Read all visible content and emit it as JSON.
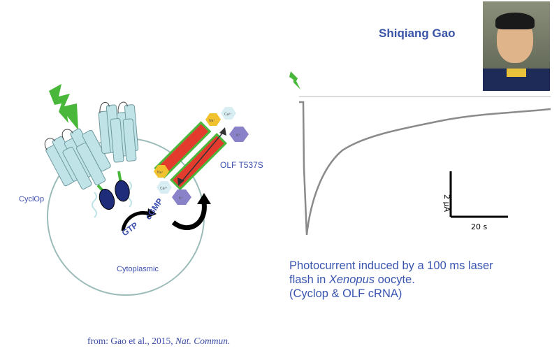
{
  "author": {
    "name": "Shiqiang Gao",
    "photo": "portrait-photo"
  },
  "diagram": {
    "labels": {
      "cyclop": "CyclOp",
      "olf": "OLF T537S",
      "gtp": "GTP",
      "cgmp": "cGMP",
      "cytoplasmic": "Cytoplasmic"
    },
    "ions": {
      "na": "Na⁺",
      "ca": "Ca²⁺",
      "k": "K⁺"
    },
    "colors": {
      "light": "#49b83a",
      "membrane": "#9bbcba",
      "helix": "#bfe3e6",
      "channel": "#e33b2e",
      "channel_border": "#49b83a",
      "na": "#f2c12e",
      "ca": "#d9eef3",
      "k": "#8a82c8",
      "domain": "#1f2c7a"
    }
  },
  "trace": {
    "scale_bar_current": "2 µA",
    "scale_bar_time": "20 s",
    "stimulus": "100 ms laser flash",
    "trace_color": "#8a8a8a"
  },
  "caption": {
    "line1": "Photocurrent induced by a 100 ms laser",
    "line2_pre": "flash in ",
    "line2_italic": "Xenopus",
    "line2_post": " oocyte.",
    "line3": "(Cyclop & OLF cRNA)"
  },
  "citation": {
    "prefix": "from: Gao et al., 2015, ",
    "journal": "Nat. Commun."
  }
}
